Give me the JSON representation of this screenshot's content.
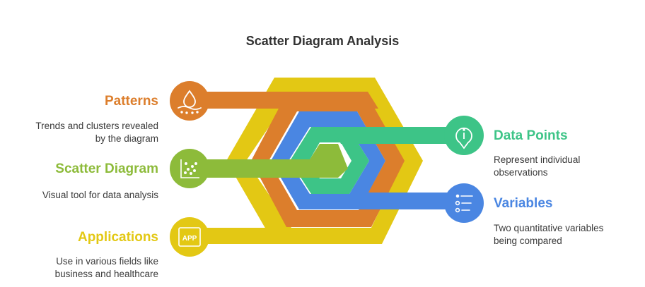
{
  "title": "Scatter Diagram Analysis",
  "colors": {
    "yellow": "#E3C814",
    "orange": "#DC7E2C",
    "blue": "#4A86E2",
    "green": "#3DC487",
    "lime": "#8DBB3A"
  },
  "nodes": {
    "patterns": {
      "title": "Patterns",
      "desc_lines": [
        "Trends and clusters revealed",
        "by the diagram"
      ],
      "icon": "water-drop-icon"
    },
    "scatter_diagram": {
      "title": "Scatter Diagram",
      "desc_lines": [
        "Visual tool for data analysis"
      ],
      "icon": "scatter-plot-icon"
    },
    "applications": {
      "title": "Applications",
      "desc_lines": [
        "Use in various fields like",
        "business and healthcare"
      ],
      "icon": "app-icon",
      "icon_text": "APP"
    },
    "data_points": {
      "title": "Data Points",
      "desc_lines": [
        "Represent individual",
        "observations"
      ],
      "icon": "info-pin-icon"
    },
    "variables": {
      "title": "Variables",
      "desc_lines": [
        "Two quantitative variables",
        "being compared"
      ],
      "icon": "list-icon"
    }
  }
}
